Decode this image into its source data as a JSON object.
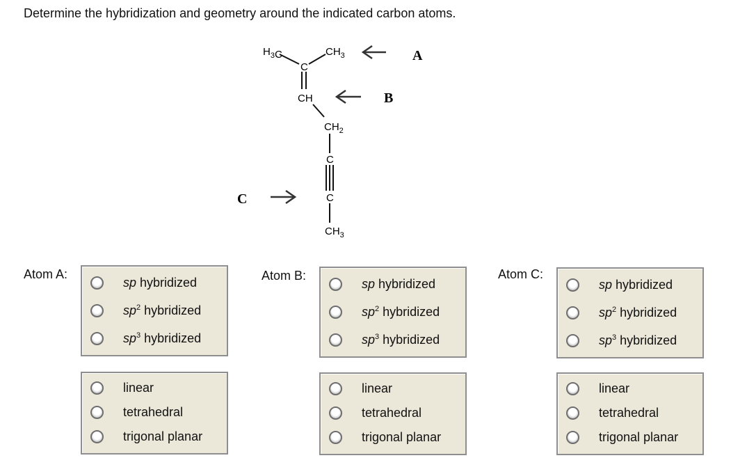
{
  "question": "Determine the hybridization and geometry around the indicated carbon atoms.",
  "molecule": {
    "h3c": "H3C",
    "ch3_top": "CH3",
    "c_center": "C",
    "ch": "CH",
    "ch2": "CH2",
    "c1": "C",
    "c2": "C",
    "ch3_bottom": "CH3",
    "label_a": "A",
    "label_b": "B",
    "label_c": "C"
  },
  "atoms": [
    {
      "label": "Atom A:",
      "hybrid": [
        {
          "sp": "sp",
          "sup": "",
          "text": " hybridized"
        },
        {
          "sp": "sp",
          "sup": "2",
          "text": " hybridized"
        },
        {
          "sp": "sp",
          "sup": "3",
          "text": " hybridized"
        }
      ],
      "geometry": [
        "linear",
        "tetrahedral",
        "trigonal planar"
      ]
    },
    {
      "label": "Atom B:",
      "hybrid": [
        {
          "sp": "sp",
          "sup": "",
          "text": " hybridized"
        },
        {
          "sp": "sp",
          "sup": "2",
          "text": " hybridized"
        },
        {
          "sp": "sp",
          "sup": "3",
          "text": " hybridized"
        }
      ],
      "geometry": [
        "linear",
        "tetrahedral",
        "trigonal planar"
      ]
    },
    {
      "label": "Atom C:",
      "hybrid": [
        {
          "sp": "sp",
          "sup": "",
          "text": " hybridized"
        },
        {
          "sp": "sp",
          "sup": "2",
          "text": " hybridized"
        },
        {
          "sp": "sp",
          "sup": "3",
          "text": " hybridized"
        }
      ],
      "geometry": [
        "linear",
        "tetrahedral",
        "trigonal planar"
      ]
    }
  ]
}
